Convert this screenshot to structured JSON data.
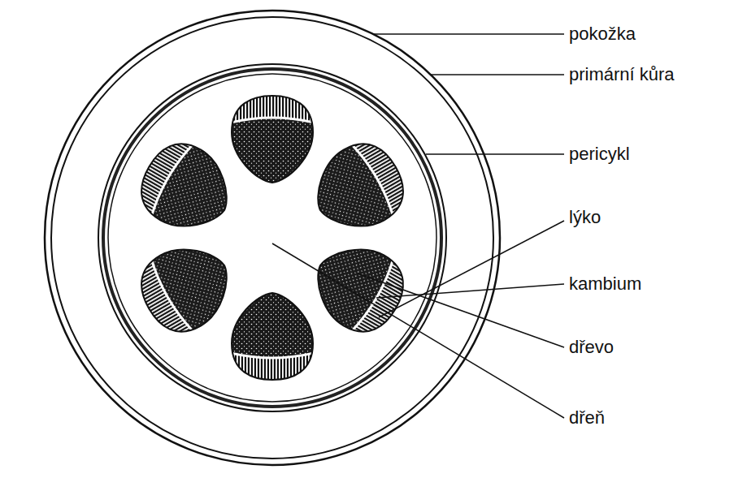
{
  "diagram": {
    "labels": [
      "pokožka",
      "primární kůra",
      "pericykl",
      "lýko",
      "kambium",
      "dřevo",
      "dřeň"
    ]
  }
}
